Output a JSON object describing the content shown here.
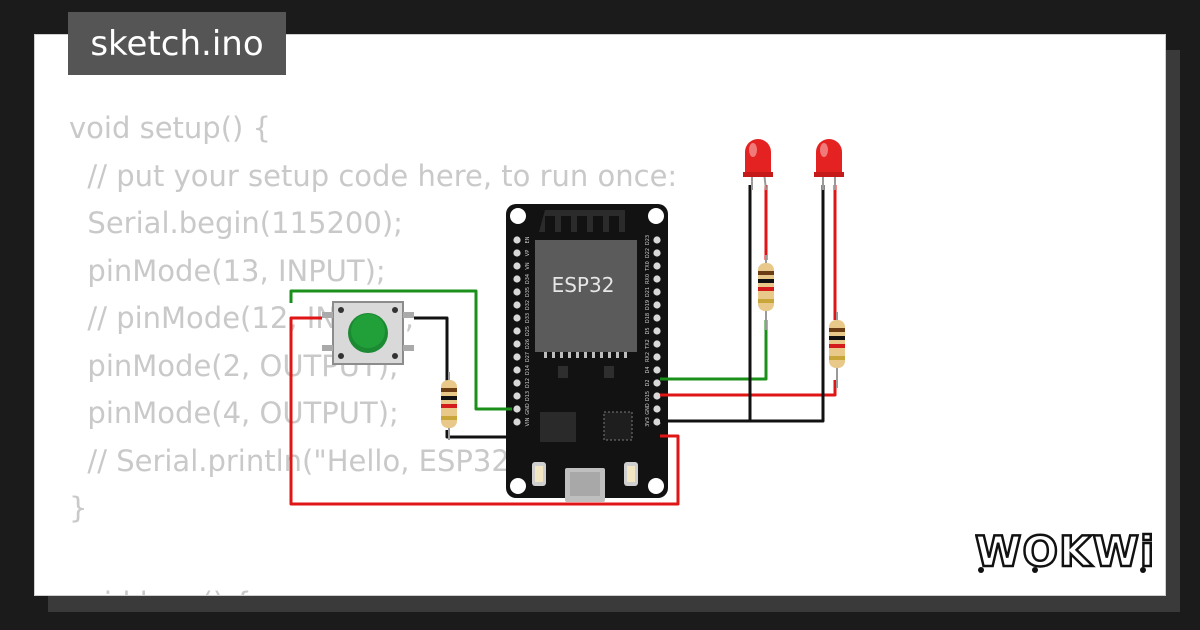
{
  "tab": {
    "filename": "sketch.ino"
  },
  "code_lines": [
    "void setup() {",
    "  // put your setup code here, to run once:",
    "  Serial.begin(115200);",
    "  pinMode(13, INPUT);",
    "  // pinMode(12, INPUT);",
    "  pinMode(2, OUTPUT);",
    "  pinMode(4, OUTPUT);",
    "  // Serial.println(\"Hello, ESP32!\");",
    "}",
    "",
    "void loop() {"
  ],
  "board": {
    "label": "ESP32",
    "left_pins": [
      "EN",
      "VP",
      "VN",
      "D34",
      "D35",
      "D32",
      "D33",
      "D25",
      "D26",
      "D27",
      "D14",
      "D12",
      "D13",
      "GND",
      "VIN"
    ],
    "right_pins": [
      "D23",
      "D22",
      "TX0",
      "RX0",
      "D21",
      "D19",
      "D18",
      "D5",
      "TX2",
      "RX2",
      "D4",
      "D2",
      "D15",
      "GND",
      "3V3"
    ]
  },
  "brand": {
    "logo_text": "WOKWi"
  },
  "colors": {
    "wire_green": "#1a8f1a",
    "wire_red": "#e01515",
    "wire_black": "#111111",
    "board": "#111111",
    "led": "#e52222",
    "button_cap": "#1e9b3a"
  }
}
